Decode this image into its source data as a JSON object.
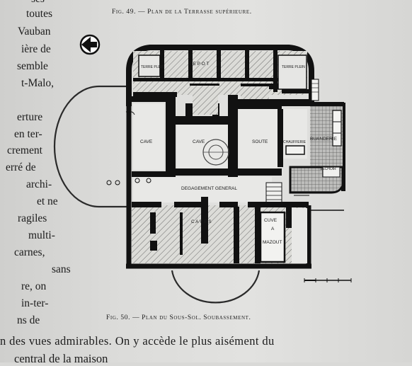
{
  "left_column": [
    "ses",
    "toutes",
    "Vauban",
    "ière de",
    "semble",
    "t-Malo,",
    "erture",
    "en ter-",
    "crement",
    "erré de",
    "archi-",
    "et ne",
    "ragiles",
    "multi-",
    "carnes,",
    "sans",
    "re, on",
    "in-ter-",
    "ns de"
  ],
  "fig49_caption": "Fig. 49. — Plan de la Terrasse supérieure.",
  "fig50_caption": "Fig. 50. — Plan du Sous-Sol. Soubassement.",
  "bottom_line": "n des vues admirables. On y accède le plus aisément du",
  "bottom_line2": "central de la maison",
  "plan_labels": {
    "depot": "D E P O T",
    "cave1": "CAVE",
    "cave2": "CAVE",
    "soute": "SOUTE",
    "chaufferie": "CHAUFFERIE",
    "buanderie": "BUANDERIE",
    "degagement": "DEGAGEMENT GENERAL",
    "caves": "C A V E S",
    "cuve": "CUVE",
    "a": "A",
    "mazout": "MAZOUT",
    "terre_plein_left": "TERRE PLEIN",
    "terre_plein_right": "TERRE PLEIN",
    "sechoir": "SECHOIR"
  }
}
